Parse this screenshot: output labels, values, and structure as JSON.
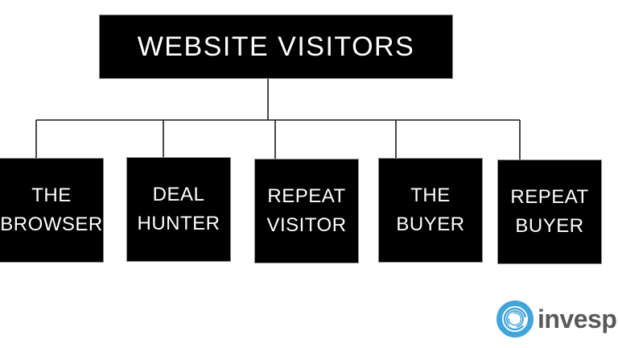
{
  "diagram": {
    "root": {
      "label": "WEBSITE VISITORS"
    },
    "children": [
      {
        "label": "THE BROWSER",
        "lines": [
          "THE",
          "BROWSER"
        ]
      },
      {
        "label": "DEAL HUNTER",
        "lines": [
          "DEAL",
          "HUNTER"
        ]
      },
      {
        "label": "REPEAT VISITOR",
        "lines": [
          "REPEAT",
          "VISITOR"
        ]
      },
      {
        "label": "THE BUYER",
        "lines": [
          "THE",
          "BUYER"
        ]
      },
      {
        "label": "REPEAT BUYER",
        "lines": [
          "REPEAT",
          "BUYER"
        ]
      }
    ]
  },
  "logo": {
    "text": "invesp",
    "icon": "swirl-circle-icon",
    "icon_color": "#41a5db",
    "text_color": "#58595b"
  },
  "colors": {
    "background": "#ffffff",
    "box_fill": "#000000",
    "box_border": "#8c8c8c",
    "box_text": "#ffffff",
    "connector_line": "#1c1c1c"
  }
}
